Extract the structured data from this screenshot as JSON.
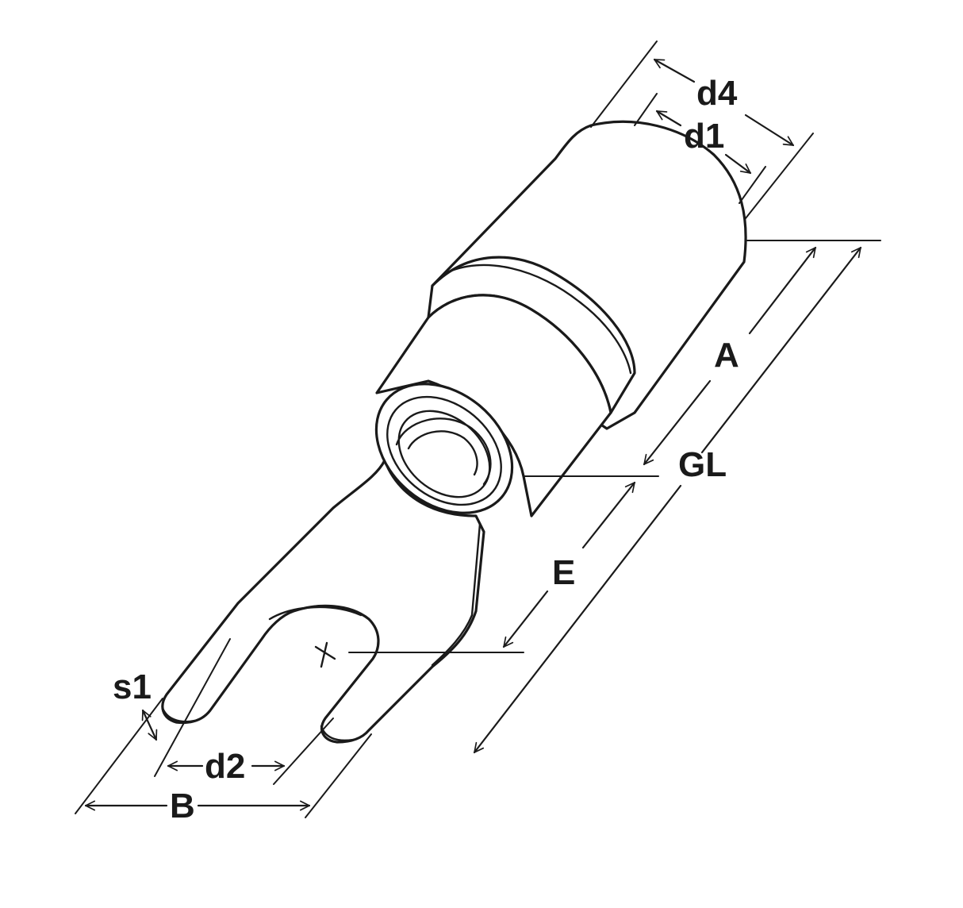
{
  "labels": {
    "d4": "d4",
    "d1": "d1",
    "A": "A",
    "GL": "GL",
    "E": "E",
    "s1": "s1",
    "d2": "d2",
    "B": "B"
  },
  "colors": {
    "ink": "#1a1a1a",
    "background": "#ffffff"
  }
}
